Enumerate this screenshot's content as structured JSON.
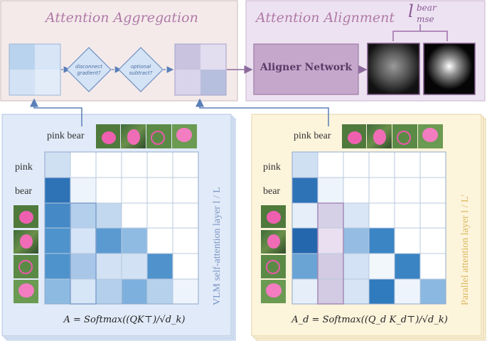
{
  "top": {
    "aggregation_title": "Attention Aggregation",
    "alignment_title": "Attention Alignment",
    "diamond1": [
      "disconnect",
      "gradient?"
    ],
    "diamond2": [
      "optional",
      "subtract?"
    ],
    "aligner_label": "Aligner Network",
    "loss_base": "l",
    "loss_sup": "bear",
    "loss_sub": "mse"
  },
  "left_panel": {
    "header_text": "pink bear",
    "row_labels": [
      "pink",
      "bear"
    ],
    "side_label": "VLM self-attention layer l / L",
    "formula": "A = Softmax((QK⊤)/√d_k)"
  },
  "right_panel": {
    "header_text": "pink bear",
    "row_labels": [
      "pink",
      "bear"
    ],
    "side_label": "Parallel attention layer l / L'",
    "formula": "A_d = Softmax((Q_d K_d⊤)/√d_k)"
  },
  "colors": {
    "agg_bg": "#f3e9ea",
    "align_bg": "#ece3f0",
    "left_panel_bg": "#dbe6f6",
    "right_panel_bg": "#fbf1d6",
    "accent_purple": "#9b6fa6"
  },
  "icons": [
    "image-patch-icon",
    "image-patch-icon",
    "image-patch-icon",
    "image-patch-icon"
  ]
}
